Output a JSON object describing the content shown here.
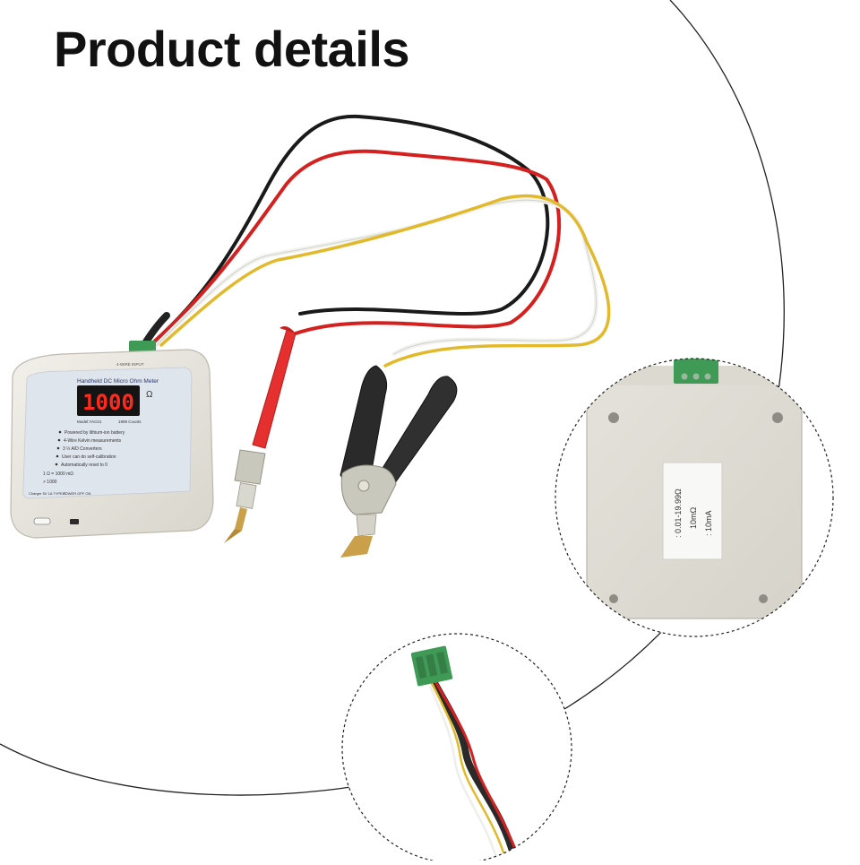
{
  "header": {
    "title": "Product details"
  },
  "device": {
    "top_label": "4-WIRE INPUT",
    "name": "Handheld DC Micro Ohm Meter",
    "display_value": "1000",
    "unit_symbol": "Ω",
    "model": "Model:YAC01",
    "counts": "1999 Counts",
    "features": [
      "Powered by lithium-ion battery",
      "4-Wire Kelvin measurements",
      "3 ½ A/D Converters",
      "User can do self-calibration",
      "Automatically reset to 0"
    ],
    "conversion_1": "1 Ω = 1000 mΩ",
    "conversion_2": "> 1000",
    "charger_label": "Charger 5V 1A TYPE-C",
    "power_label": "POWER OFF ON"
  },
  "back_label": {
    "line1": ": 0.01-19.99Ω",
    "line2": "10mΩ",
    "line3": ": 10mA"
  },
  "colors": {
    "wire_black": "#1a1a1a",
    "wire_red": "#d4201f",
    "wire_white": "#f2f2ee",
    "wire_yellow": "#e3b92c",
    "case": "#e9e6df",
    "terminal_green": "#3f9a55",
    "display_red": "#ff2a1e"
  }
}
